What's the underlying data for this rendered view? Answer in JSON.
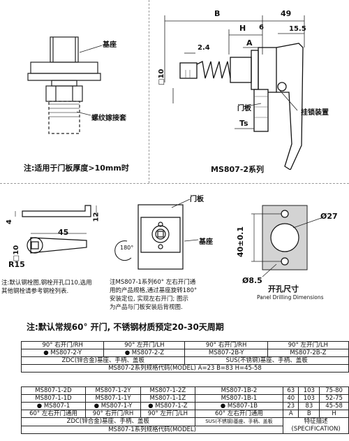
{
  "top_left": {
    "label_base": "基座",
    "label_threaded_sleeve": "螺纹嫁接套",
    "note": "注:适用于门板厚度>10mm时"
  },
  "top_right": {
    "dim_b": "B",
    "dim_49": "49",
    "dim_h": "H",
    "dim_6": "6",
    "dim_a": "A",
    "dim_15_5": "15.5",
    "dim_2_4": "2.4",
    "dim_10": "10",
    "dim_ts": "Ts",
    "label_door_panel": "门板",
    "label_lock_device": "挂锁装置",
    "model_caption": "MS807-2系列"
  },
  "mid_left": {
    "dim_4": "4",
    "dim_12": "12",
    "dim_45": "45",
    "dim_10": "10",
    "dim_r15": "R15",
    "note_line1": "注:默认钢栓图,钢栓开孔口10,选用",
    "note_line2": "其他钢栓请参考钢栓列表."
  },
  "mid_center": {
    "label_door_panel": "门板",
    "label_base": "基座",
    "dim_180": "180°",
    "note_line1": "注MS807-1系列60° 左右开门通",
    "note_line2": "用的产品规格,通过基座旋转180°",
    "note_line3": "安装定位, 实现左右开门; 图示",
    "note_line4": "为产品与门板安装后背视图."
  },
  "mid_right": {
    "dim_27": "Ø27",
    "dim_40": "40±0.1",
    "dim_8_5": "Ø8.5",
    "caption_cn": "开孔尺寸",
    "caption_en": "Panel Drilling Dimensions"
  },
  "notice": "注:默认常规60° 开门, 不锈钢材质预定20-30天周期",
  "table1": {
    "rows": [
      [
        "90° 右开门/RH",
        "90° 左开门/LH",
        "90° 右开门/RH",
        "90° 左开门/LH"
      ],
      [
        "● MS807-2-Y",
        "● MS807-2-Z",
        "MS807-2B-Y",
        "MS807-2B-Z"
      ]
    ],
    "material_zdc": "ZDC(锌合金)基座、手柄、盖板",
    "material_sus": "SUS(不锈钢)基座、手柄、盖板",
    "footer": "MS807-2系列规格代码(MODEL)  A=23 B=83 H=45-58"
  },
  "table2": {
    "rows": [
      [
        "MS807-1-2D",
        "MS807-1-2Y",
        "MS807-1-2Z",
        "MS807-1B-2",
        "63",
        "103",
        "75-80"
      ],
      [
        "MS807-1-1D",
        "MS807-1-1Y",
        "MS807-1-1Z",
        "MS807-1B-1",
        "40",
        "103",
        "52-75"
      ],
      [
        "● MS807-1",
        "● MS807-1-Y",
        "● MS807-1-Z",
        "● MS807-1B",
        "23",
        "83",
        "45-58"
      ],
      [
        "60° 左右开门通用",
        "90° 右开门/RH",
        "90° 左开门/LH",
        "60° 左右开门通用",
        "A",
        "B",
        "H"
      ]
    ],
    "material_zdc": "ZDC(锌合金)基座、手柄、盖板",
    "material_sus": "SUS(不锈钢)基座、手柄、盖板",
    "spec_label_cn": "特征描述",
    "spec_label_en": "(SPECIFICATION)",
    "footer": "MS807-1系列规格代码(MODEL)"
  }
}
